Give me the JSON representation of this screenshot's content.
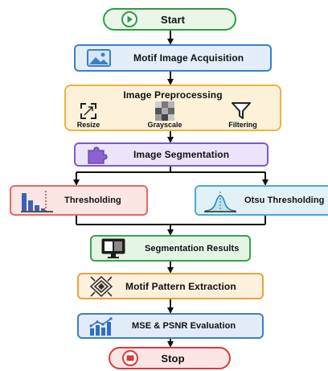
{
  "flow": {
    "start": "Start",
    "acquisition": "Motif Image Acquisition",
    "preprocessing": {
      "title": "Image Preprocessing",
      "steps": [
        "Resize",
        "Grayscale",
        "Filtering"
      ]
    },
    "segmentation": "Image Segmentation",
    "thresholding": "Thresholding",
    "otsu": "Otsu Thresholding",
    "results": "Segmentation Results",
    "extraction": "Motif Pattern Extraction",
    "evaluation": "MSE & PSNR Evaluation",
    "stop": "Stop"
  },
  "colors": {
    "start": "#2e9e3e",
    "acquisition": "#3d7fc6",
    "preprocessing": "#f0b23f",
    "segmentation": "#7e5bc7",
    "thresholding": "#e06a6a",
    "otsu": "#4fa9c9",
    "results": "#37a34a",
    "extraction": "#e8a33a",
    "evaluation": "#3b7fc6",
    "stop": "#d83c3c"
  }
}
